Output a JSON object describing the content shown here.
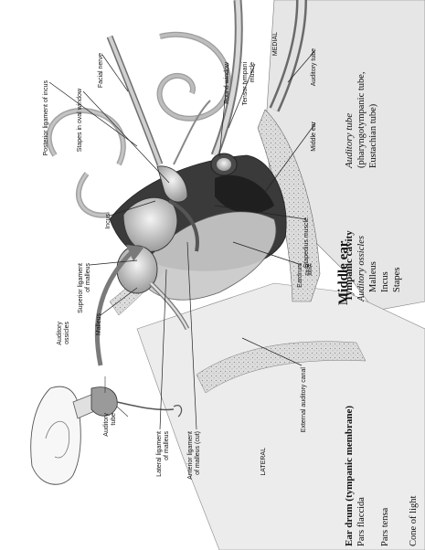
{
  "title": "Middle ear",
  "labels": {
    "posterior_ligament_of_incus": "Posterior ligament of incus",
    "stapes_in_oval_window": "Stapes in oval window",
    "facial_nerve": "Facial nerve",
    "round_window": "Round window",
    "tensor_tympani_muscle_1": "Tensor tympani",
    "tensor_tympani_muscle_2": "muscle",
    "medial": "MEDIAL",
    "auditory_tube": "Auditory tube",
    "middle_ear": "Middle ear",
    "incus": "Incus",
    "stapedius_muscle": "Stapedius muscle",
    "superior_ligament_1": "Superior ligament",
    "superior_ligament_2": "of malleus",
    "eardrum": "Eardrum",
    "eardrum_chinese": "鼓膜",
    "malleus": "Malleus",
    "external_auditory_canal": "External auditory canal",
    "lateral_ligament_1": "Lateral ligament",
    "lateral_ligament_2": "of malleus",
    "anterior_ligament_1": "Anterior ligament",
    "anterior_ligament_2": "of malleus (cut)",
    "lateral": "LATERAL",
    "inset_auditory_ossicles_1": "Auditory",
    "inset_auditory_ossicles_2": "ossicles",
    "inset_auditory_tube_1": "Auditory",
    "inset_auditory_tube_2": "tube"
  },
  "glossary": {
    "col1": {
      "heading": "Ear drum (tympanic membrane)",
      "items": [
        "Pars flaccida",
        "Pars tensa",
        "Cone of light"
      ]
    },
    "col2": {
      "heading": "Tympanic cavity",
      "subheading": "Auditory ossicles",
      "items": [
        "Malleus",
        "Incus",
        "Stapes"
      ]
    },
    "col3": {
      "heading": "Auditory tube",
      "items": [
        "(pharyngotympanic tube,",
        "Eustachian tube)"
      ]
    }
  }
}
